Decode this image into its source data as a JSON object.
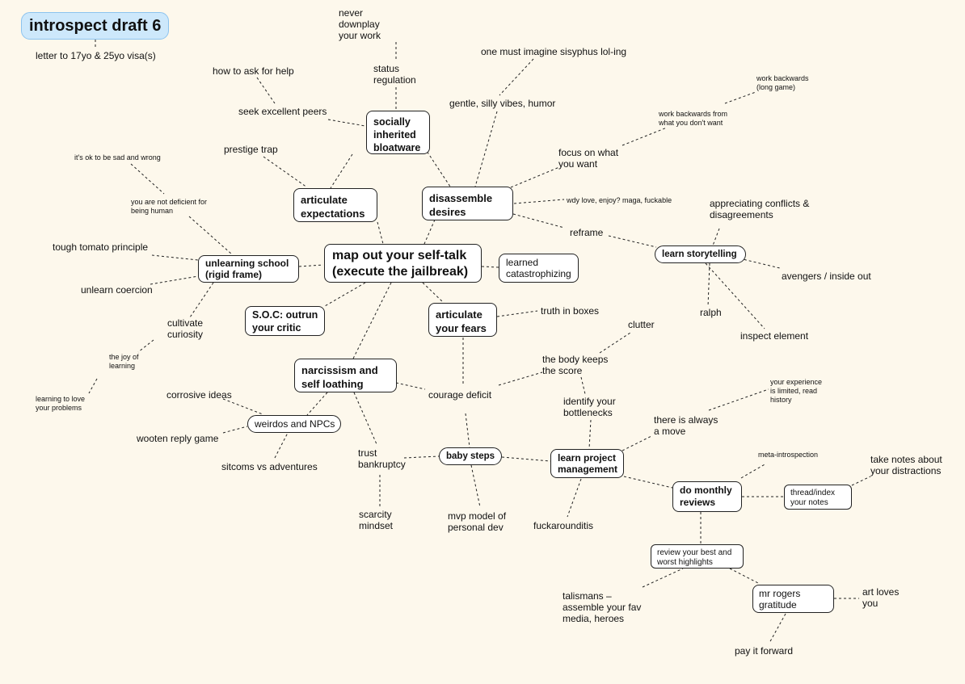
{
  "title": "introspect draft 6",
  "subtitle": "letter to 17yo & 25yo visa(s)",
  "nodes": {
    "center": "map out your self-talk\n(execute the jailbreak)",
    "unlearning_school": "unlearning school\n(rigid frame)",
    "articulate_expectations": "articulate\nexpectations",
    "socially_inherited": "socially\ninherited\nbloatware",
    "disassemble_desires": "disassemble\ndesires",
    "learned_catastrophizing": "learned\ncatastrophizing",
    "soc_outrun": "S.O.C: outrun\nyour critic",
    "articulate_fears": "articulate\nyour fears",
    "narcissism": "narcissism and\nself loathing",
    "weirdos": "weirdos and NPCs",
    "baby_steps": "baby steps",
    "learn_project_management": "learn project\nmanagement",
    "learn_storytelling": "learn storytelling",
    "monthly_reviews": "do monthly\nreviews",
    "thread_index": "thread/index\nyour notes",
    "review_best": "review your best and\nworst highlights",
    "mr_rogers": "mr rogers\ngratitude"
  },
  "labels": {
    "never_downplay": "never\ndownplay\nyour work",
    "status_regulation": "status\nregulation",
    "how_to_ask": "how to ask for help",
    "seek_peers": "seek excellent peers",
    "prestige_trap": "prestige trap",
    "sisyphus": "one must imagine sisyphus lol-ing",
    "gentle_silly": "gentle, silly vibes, humor",
    "work_backwards_long": "work backwards\n(long game)",
    "work_backwards_dont": "work backwards from\nwhat you don't want",
    "focus_on_want": "focus on what\nyou want",
    "wdy_love": "wdy love, enjoy? maga, fuckable",
    "ok_sad": "it's ok to be sad and wrong",
    "not_deficient": "you are not deficient for\nbeing human",
    "tough_tomato": "tough tomato principle",
    "unlearn_coercion": "unlearn coercion",
    "cultivate_curiosity": "cultivate\ncuriosity",
    "joy_of_learning": "the joy of\nlearning",
    "learning_to_love": "learning to love\nyour problems",
    "appreciating_conflicts": "appreciating conflicts &\ndisagreements",
    "reframe": "reframe",
    "avengers": "avengers / inside out",
    "ralph": "ralph",
    "inspect_element": "inspect element",
    "truth_in_boxes": "truth in boxes",
    "clutter": "clutter",
    "body_keeps_score": "the body keeps\nthe score",
    "courage_deficit": "courage deficit",
    "identify_bottlenecks": "identify your\nbottlenecks",
    "corrosive_ideas": "corrosive ideas",
    "wooten_reply": "wooten reply game",
    "sitcoms": "sitcoms vs adventures",
    "trust_bankruptcy": "trust\nbankruptcy",
    "scarcity_mindset": "scarcity\nmindset",
    "mvp_model": "mvp model of\npersonal dev",
    "fuckarounditis": "fuckarounditis",
    "experience_limited": "your experience\nis limited, read\nhistory",
    "always_a_move": "there is always\na move",
    "meta_introspection": "meta-introspection",
    "take_notes": "take notes about\nyour distractions",
    "talismans": "talismans –\nassemble your fav\nmedia, heroes",
    "art_loves_you": "art loves\nyou",
    "pay_it_forward": "pay it forward"
  },
  "colors": {
    "background": "#fdf8ec",
    "title_fill": "#cde8fb",
    "title_border": "#8cc3ee",
    "node_fill": "#ffffff",
    "line": "#222222"
  }
}
